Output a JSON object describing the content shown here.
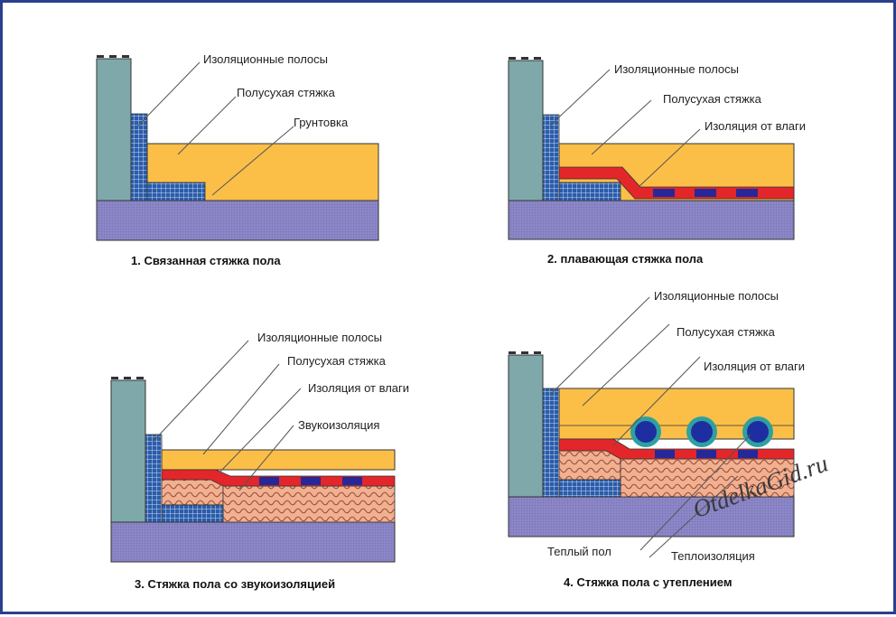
{
  "diagrams": [
    {
      "caption": "1. Связанная стяжка пола",
      "labels": [
        "Изоляционные полосы",
        "Полусухая стяжка",
        "Грунтовка"
      ]
    },
    {
      "caption": "2. плавающая стяжка пола",
      "labels": [
        "Изоляционные полосы",
        "Полусухая стяжка",
        "Изоляция от влаги"
      ]
    },
    {
      "caption": "3. Стяжка пола со звукоизоляцией",
      "labels": [
        "Изоляционные полосы",
        "Полусухая стяжка",
        "Изоляция от влаги",
        "Звукоизоляция"
      ]
    },
    {
      "caption": "4. Стяжка пола с утеплением",
      "labels": [
        "Изоляционные полосы",
        "Полусухая стяжка",
        "Изоляция от влаги",
        "Теплый пол",
        "Теплоизоляция"
      ]
    }
  ],
  "watermark": "OtdelkaGid.ru",
  "colors": {
    "frame": "#2c3f8c",
    "wall": "#7fa8aa",
    "slab": "#8b86c6",
    "screed": "#fbbf48",
    "moisture_barrier": "#e3262a",
    "insulation_strip": "#2a5caa",
    "acoustic_insulation": "#f1b08f",
    "pipe": "#1d2fa0",
    "leader_line": "#555555"
  }
}
